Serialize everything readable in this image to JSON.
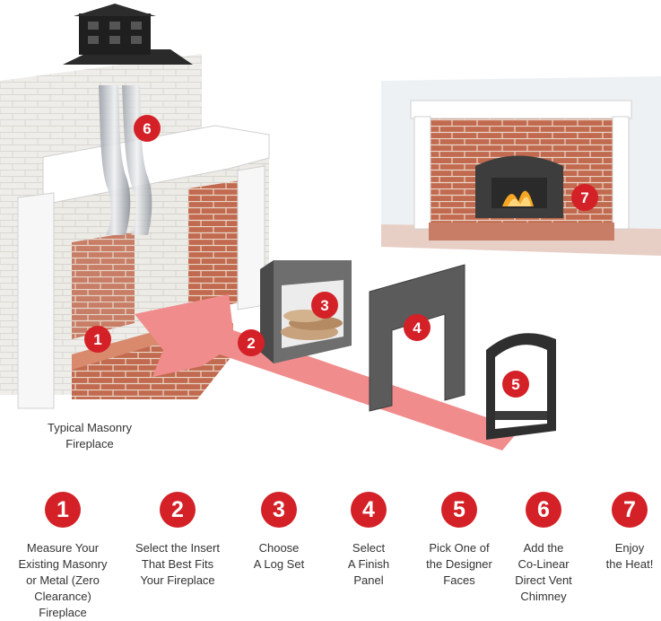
{
  "illustration": {
    "caption_line1": "Typical Masonry",
    "caption_line2": "Fireplace",
    "callouts": [
      "1",
      "2",
      "3",
      "4",
      "5",
      "6",
      "7"
    ]
  },
  "steps": [
    {
      "number": "1",
      "lines": [
        "Measure Your",
        "Existing Masonry",
        "or Metal (Zero",
        "Clearance) Fireplace"
      ]
    },
    {
      "number": "2",
      "lines": [
        "Select the Insert",
        "That Best Fits",
        "Your Fireplace"
      ]
    },
    {
      "number": "3",
      "lines": [
        "Choose",
        "A Log Set"
      ]
    },
    {
      "number": "4",
      "lines": [
        "Select",
        "A Finish",
        "Panel"
      ]
    },
    {
      "number": "5",
      "lines": [
        "Pick One of",
        "the Designer",
        "Faces"
      ]
    },
    {
      "number": "6",
      "lines": [
        "Add the",
        "Co-Linear",
        "Direct Vent",
        "Chimney"
      ]
    },
    {
      "number": "7",
      "lines": [
        "Enjoy",
        "the Heat!"
      ]
    }
  ],
  "colors": {
    "accent_red": "#d42027",
    "arrow_pink": "#f08c8c",
    "brick": "#b9604a"
  }
}
